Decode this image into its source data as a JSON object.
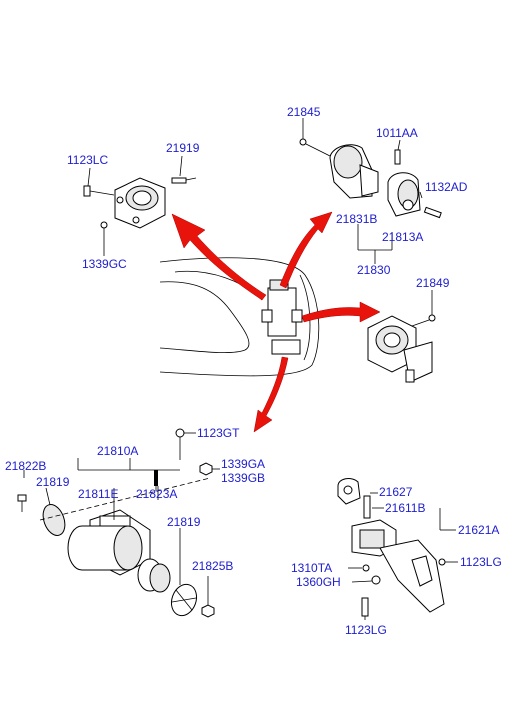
{
  "labels": {
    "p21845": "21845",
    "p1011AA": "1011AA",
    "p1132AD": "1132AD",
    "p21831B": "21831B",
    "p21813A": "21813A",
    "p21830": "21830",
    "p21849": "21849",
    "p21919": "21919",
    "p1123LC": "1123LC",
    "p1339GC": "1339GC",
    "p1123GT": "1123GT",
    "p21810A": "21810A",
    "p21822B": "21822B",
    "p1339GA": "1339GA",
    "p1339GB": "1339GB",
    "p21819a": "21819",
    "p21811E": "21811E",
    "p21823A": "21823A",
    "p21819b": "21819",
    "p21825B": "21825B",
    "p21627": "21627",
    "p21611B": "21611B",
    "p21621A": "21621A",
    "p1310TA": "1310TA",
    "p1123LGa": "1123LG",
    "p1360GH": "1360GH",
    "p1123LGb": "1123LG"
  },
  "colors": {
    "label": "#2020d0",
    "arrow": "#e8140c"
  }
}
